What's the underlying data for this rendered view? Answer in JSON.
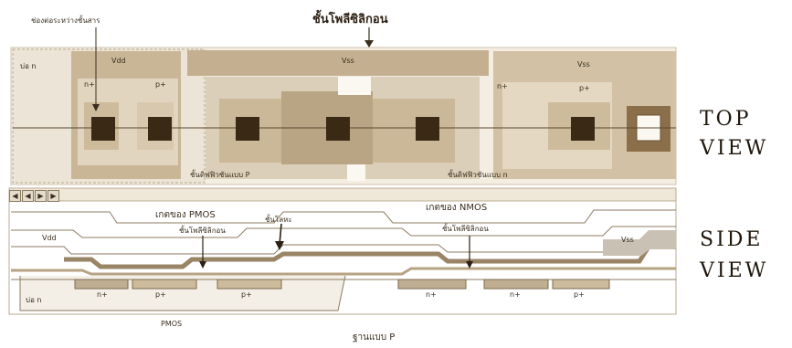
{
  "top_labels": {
    "contact_note": "ช่องต่อระหว่างชั้นสาร",
    "poly_title": "ชั้นโพลีซิลิกอน",
    "well_n": "บ่อ n",
    "vdd": "Vdd",
    "vss_mid": "Vss",
    "vss_right": "Vss",
    "nplus_left": "n+",
    "pplus_left": "p+",
    "nplus_right": "n+",
    "pplus_right": "p+",
    "diff_p": "ชั้นดิฟฟิวชันแบบ P",
    "diff_n": "ชั้นดิฟฟิวชันแบบ n"
  },
  "side_labels": {
    "gate_pmos": "เกตของ PMOS",
    "gate_nmos": "เกตของ NMOS",
    "poly_left": "ชั้นโพลีซิลิกอน",
    "poly_right": "ชั้นโพลีซิลิกอน",
    "metal": "ชั้นโลหะ",
    "vdd": "Vdd",
    "vss": "Vss",
    "well_n": "บ่อ n",
    "regions": [
      "n+",
      "p+",
      "p+",
      "n+",
      "n+",
      "p+"
    ],
    "pmos": "PMOS",
    "substrate": "ฐานแบบ P"
  },
  "view_labels": {
    "top": [
      "TOP",
      "VIEW"
    ],
    "side": [
      "SIDE",
      "VIEW"
    ]
  },
  "toolbar": [
    "◀",
    "◀",
    "▶",
    "▶"
  ],
  "colors": {
    "well": "#ece4d6",
    "diffusion": "#d8c8ae",
    "poly": "#b7a283",
    "metal": "#9a8466",
    "contact": "#3a2a15",
    "pale": "#f3ede2"
  }
}
